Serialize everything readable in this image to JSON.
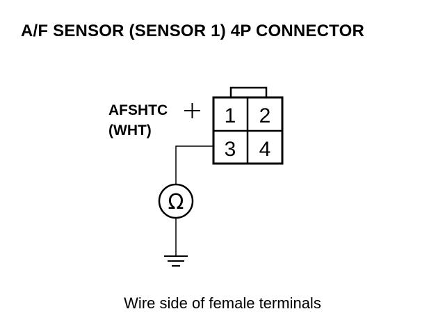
{
  "title": "A/F SENSOR (SENSOR 1) 4P CONNECTOR",
  "terminal": {
    "name": "AFSHTC",
    "wire_color": "(WHT)"
  },
  "connector": {
    "pins": [
      "1",
      "2",
      "3",
      "4"
    ]
  },
  "meter": {
    "symbol": "Ω"
  },
  "caption": "Wire side of female terminals"
}
